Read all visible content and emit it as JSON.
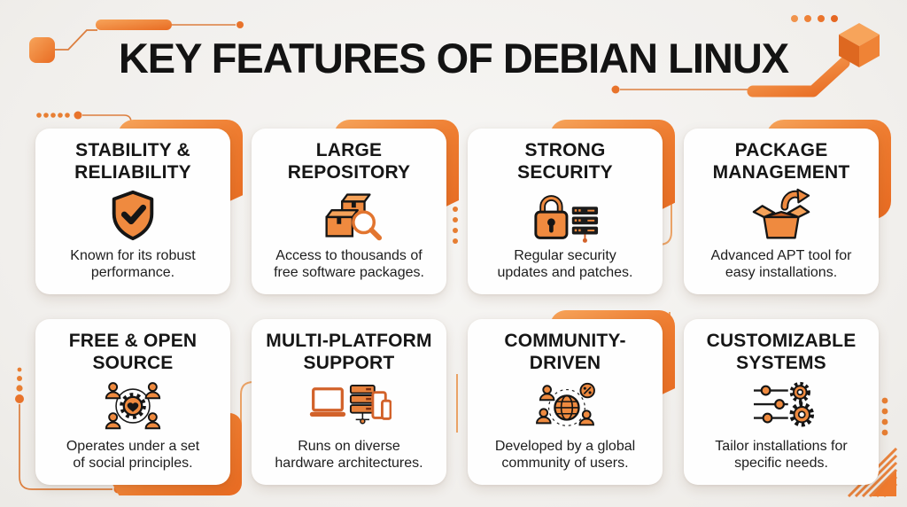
{
  "header": {
    "title": "KEY FEATURES OF DEBIAN LINUX"
  },
  "colors": {
    "accent": "#EE7C30",
    "accent_light": "#F7A45A",
    "accent_dark": "#E86B22",
    "background": "#F3F1EE",
    "card_background": "#FEFEFE",
    "text": "#161616"
  },
  "decorations": [
    "circuit-lines",
    "orange-dots",
    "3d-cube",
    "rounded-square-chip",
    "striped-corner-triangle"
  ],
  "cards": [
    {
      "icon": "shield-check-icon",
      "title_lines": [
        "STABILITY &",
        "RELIABILITY"
      ],
      "desc_lines": [
        "Known for its robust",
        "performance."
      ]
    },
    {
      "icon": "package-search-icon",
      "title_lines": [
        "LARGE",
        "REPOSITORY"
      ],
      "desc_lines": [
        "Access to thousands of",
        "free software packages."
      ]
    },
    {
      "icon": "lock-server-icon",
      "title_lines": [
        "STRONG",
        "SECURITY"
      ],
      "desc_lines": [
        "Regular security",
        "updates and patches."
      ]
    },
    {
      "icon": "open-box-arrow-icon",
      "title_lines": [
        "PACKAGE",
        "MANAGEMENT"
      ],
      "desc_lines": [
        "Advanced APT tool for",
        "easy installations."
      ]
    },
    {
      "icon": "community-gear-icon",
      "title_lines": [
        "FREE & OPEN",
        "SOURCE"
      ],
      "desc_lines": [
        "Operates under a set",
        "of social principles."
      ]
    },
    {
      "icon": "multi-device-icon",
      "title_lines": [
        "MULTI-PLATFORM",
        "SUPPORT"
      ],
      "desc_lines": [
        "Runs on diverse",
        "hardware architectures."
      ]
    },
    {
      "icon": "globe-community-icon",
      "title_lines": [
        "COMMUNITY-",
        "DRIVEN"
      ],
      "desc_lines": [
        "Developed by a global",
        "community of users."
      ]
    },
    {
      "icon": "sliders-gears-icon",
      "title_lines": [
        "CUSTOMIZABLE",
        "SYSTEMS"
      ],
      "desc_lines": [
        "Tailor installations for",
        "specific needs."
      ]
    }
  ]
}
